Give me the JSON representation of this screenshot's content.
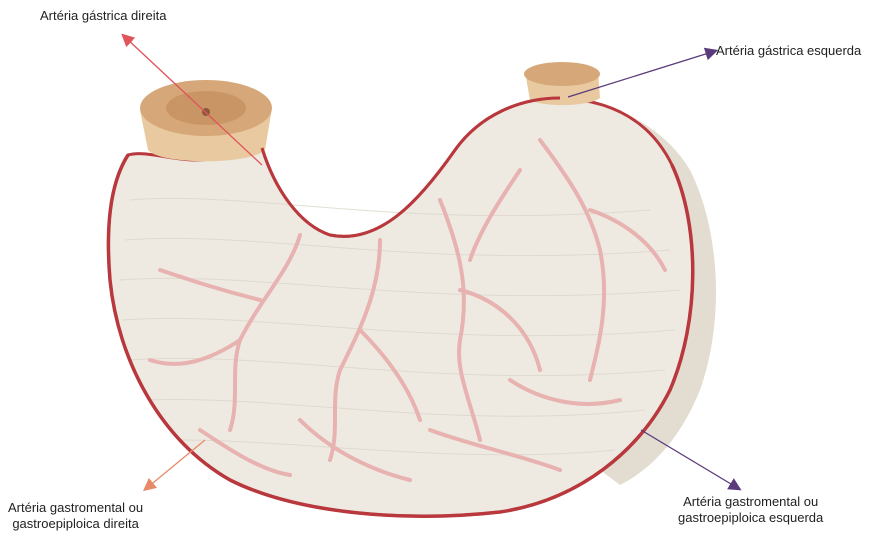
{
  "labels": {
    "gastrica_direita": "Artéria gástrica direita",
    "gastrica_esquerda": "Artéria gástrica esquerda",
    "gastromental_direita_l1": "Artéria gastromental ou",
    "gastromental_direita_l2": "gastroepiploica direita",
    "gastromental_esquerda_l1": "Artéria gastromental ou",
    "gastromental_esquerda_l2": "gastroepiploica esquerda"
  },
  "colors": {
    "stomach_fill": "#eeeae2",
    "stomach_shade": "#d9d2c5",
    "artery": "#b8383d",
    "vessel": "#e7b2b0",
    "cut_end": "#d6a879",
    "arrow_right_gastric": "#e0545a",
    "arrow_left_gastric": "#5a3a7a",
    "arrow_right_gastroepiploic": "#e88a6a",
    "arrow_left_gastroepiploic": "#5a3a7a"
  }
}
